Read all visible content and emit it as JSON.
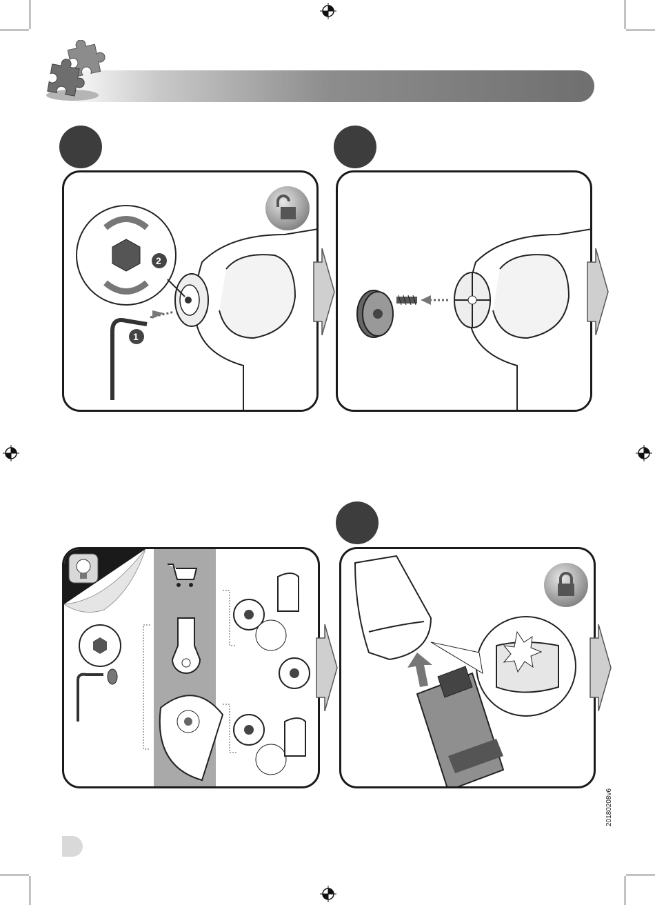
{
  "document": {
    "print_code": "20180208v6"
  },
  "header": {
    "banner_color": "#7a7a7a",
    "icon": "puzzle-pieces-icon"
  },
  "steps": [
    {
      "icon": "unlock-icon",
      "callout_number_1": "1",
      "callout_number_2": "2"
    },
    {
      "icon": "none"
    },
    {
      "icon": "tip-lightbulb-icon",
      "cart_icon": "shopping-cart-icon"
    },
    {
      "icon": "lock-icon"
    }
  ],
  "colors": {
    "step_dot": "#3d3d3d",
    "panel_border": "#1a1a1a",
    "arrow_fill": "#cfcfcf",
    "accessory_strip": "#a9a9a9"
  }
}
